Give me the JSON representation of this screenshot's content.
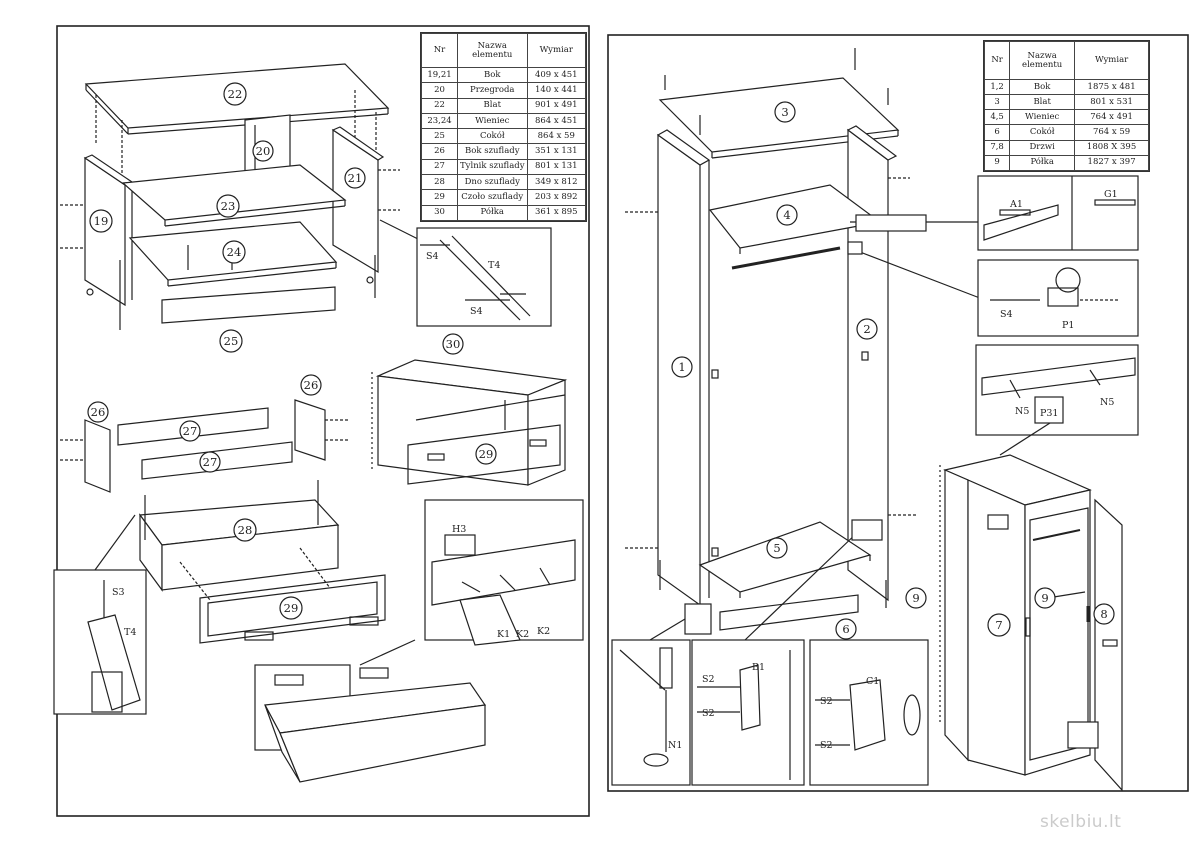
{
  "left_page": {
    "parts_table": {
      "headers": [
        "Nr",
        "Nazwa elementu",
        "Wymiar"
      ],
      "rows": [
        [
          "19,21",
          "Bok",
          "409 x 451"
        ],
        [
          "20",
          "Przegroda",
          "140 x 441"
        ],
        [
          "22",
          "Blat",
          "901 x 491"
        ],
        [
          "23,24",
          "Wieniec",
          "864 x 451"
        ],
        [
          "25",
          "Cokół",
          "864 x 59"
        ],
        [
          "26",
          "Bok szuflady",
          "351 x 131"
        ],
        [
          "27",
          "Tylnik szuflady",
          "801 x 131"
        ],
        [
          "28",
          "Dno szuflady",
          "349 x 812"
        ],
        [
          "29",
          "Czoło szuflady",
          "203 x 892"
        ],
        [
          "30",
          "Półka",
          "361 x 895"
        ]
      ]
    },
    "part_numbers": [
      "22",
      "20",
      "21",
      "23",
      "19",
      "24",
      "25",
      "30",
      "26",
      "26",
      "27",
      "27",
      "28",
      "29",
      "29"
    ],
    "hardware_labels": [
      "S4",
      "T4",
      "S4",
      "S3",
      "T4",
      "H3",
      "K1",
      "K2",
      "K2"
    ]
  },
  "right_page": {
    "parts_table": {
      "headers": [
        "Nr",
        "Nazwa elementu",
        "Wymiar"
      ],
      "rows": [
        [
          "1,2",
          "Bok",
          "1875 x 481"
        ],
        [
          "3",
          "Blat",
          "801 x 531"
        ],
        [
          "4,5",
          "Wieniec",
          "764 x 491"
        ],
        [
          "6",
          "Cokół",
          "764 x 59"
        ],
        [
          "7,8",
          "Drzwi",
          "1808 X 395"
        ],
        [
          "9",
          "Półka",
          "1827 x 397"
        ]
      ]
    },
    "part_numbers": [
      "3",
      "4",
      "2",
      "1",
      "5",
      "6",
      "9",
      "9",
      "7",
      "8"
    ],
    "hardware_labels": [
      "A1",
      "G1",
      "S4",
      "P1",
      "N5",
      "N5",
      "P31",
      "N1",
      "S2",
      "B1",
      "S2",
      "C1",
      "S2",
      "S2"
    ]
  },
  "watermark": "skelbiu.lt"
}
